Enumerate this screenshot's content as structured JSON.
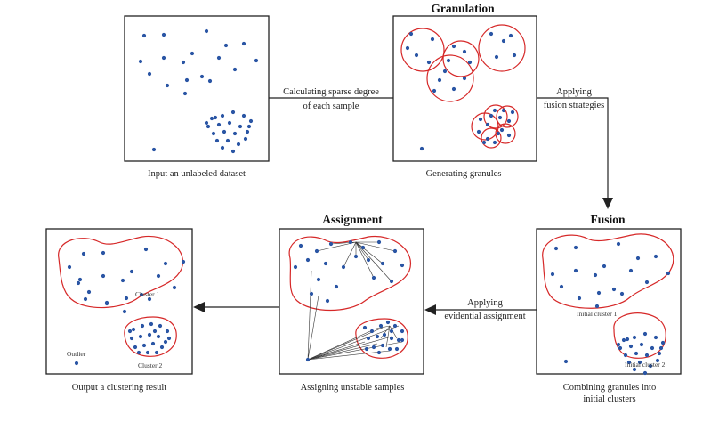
{
  "panels": {
    "input": {
      "caption": "Input an unlabeled dataset"
    },
    "granulation": {
      "heading": "Granulation",
      "caption": "Generating granules"
    },
    "fusion": {
      "heading": "Fusion",
      "caption_line1": "Combining granules into",
      "caption_line2": "initial clusters",
      "cluster1_label": "Initial cluster 1",
      "cluster2_label": "Initial cluster 2"
    },
    "assignment": {
      "heading": "Assignment",
      "caption": "Assigning unstable samples"
    },
    "output": {
      "caption": "Output a clustering result",
      "cluster1_label": "Cluster 1",
      "cluster2_label": "Cluster 2",
      "outlier_label": "Outlier"
    }
  },
  "arrows": {
    "sparse": {
      "line1": "Calculating sparse degree",
      "line2": "of each sample"
    },
    "fusion_strategies": {
      "line1": "Applying",
      "line2": "fusion strategies"
    },
    "evidential": {
      "line1": "Applying",
      "line2": "evidential assignment"
    }
  },
  "colors": {
    "dot": "#2a55a4",
    "boundary": "#d62828",
    "line": "#222222"
  }
}
